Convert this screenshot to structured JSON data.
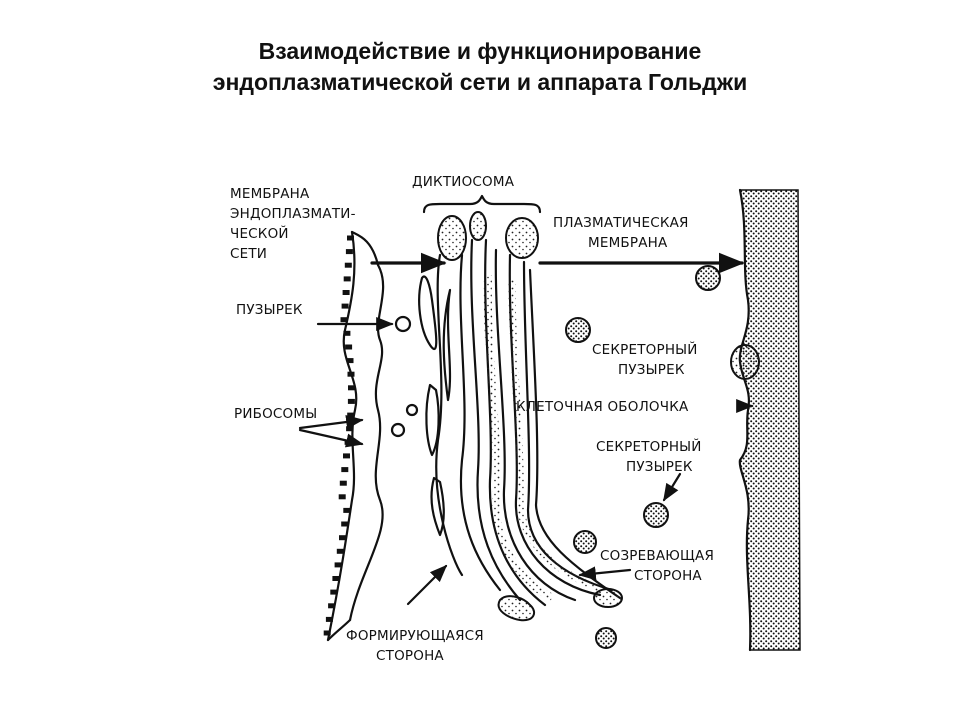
{
  "title": {
    "line1": "Взаимодействие и функционирование",
    "line2": "эндоплазматической сети и аппарата Гольджи"
  },
  "labels": {
    "er_membrane": [
      "МЕМБРАНА",
      "ЭНДОПЛАЗМАТИ-",
      "ЧЕСКОЙ",
      "СЕТИ"
    ],
    "vesicle": "ПУЗЫРЕК",
    "ribosomes": "РИБОСОМЫ",
    "dictyosome": "ДИКТИОСОМА",
    "plasma_membrane": [
      "ПЛАЗМАТИЧЕСКАЯ",
      "МЕМБРАНА"
    ],
    "secretory_vesicle_1": [
      "СЕКРЕТОРНЫЙ",
      "ПУЗЫРЕК"
    ],
    "cell_wall": "КЛЕТОЧНАЯ ОБОЛОЧКА",
    "secretory_vesicle_2": [
      "СЕКРЕТОРНЫЙ",
      "ПУЗЫРЕК"
    ],
    "maturing_side": [
      "СОЗРЕВАЮЩАЯ",
      "СТОРОНА"
    ],
    "forming_side": [
      "ФОРМИРУЮЩАЯСЯ",
      "СТОРОНА"
    ]
  }
}
